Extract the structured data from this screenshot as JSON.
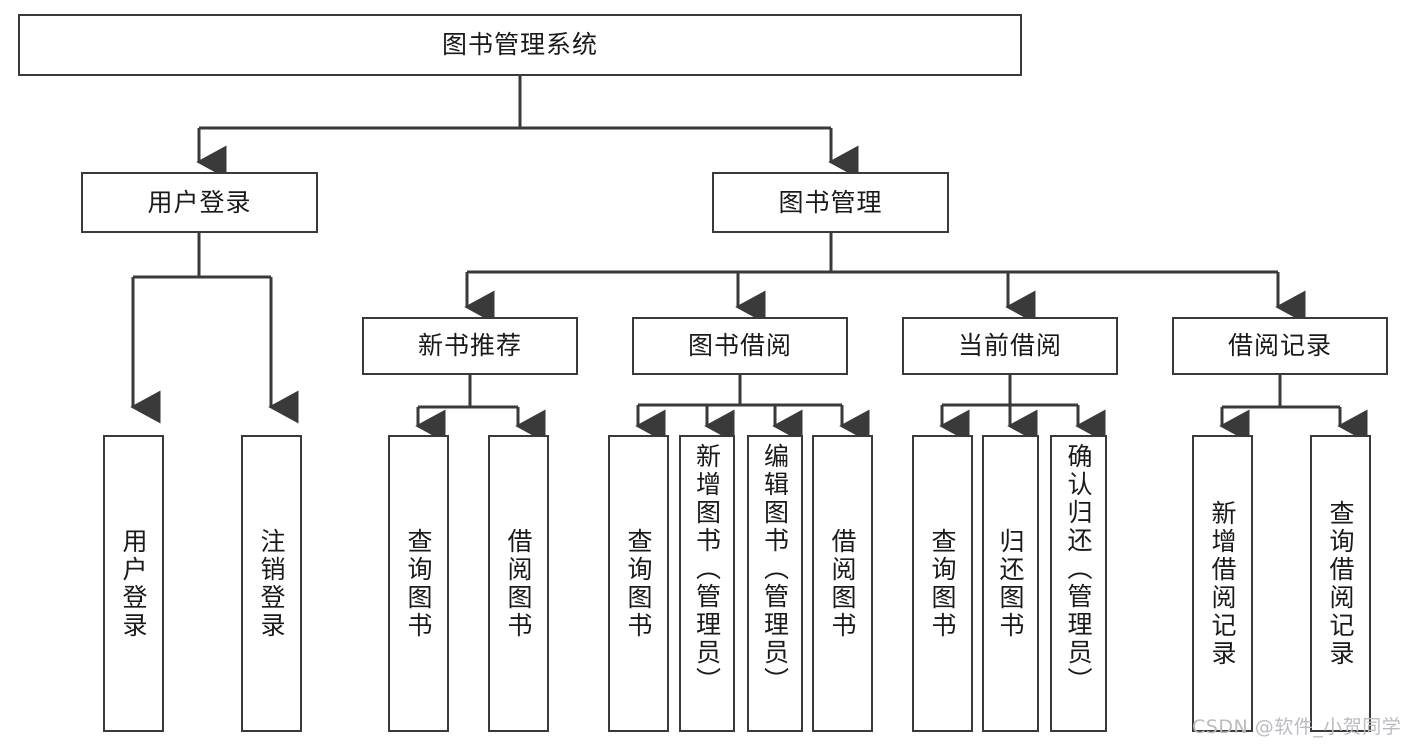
{
  "diagram": {
    "title": "图书管理系统",
    "type": "tree-hierarchy-chart",
    "root": {
      "label": "图书管理系统"
    },
    "level2": [
      {
        "label": "用户登录"
      },
      {
        "label": "图书管理"
      }
    ],
    "level3": [
      {
        "label": "新书推荐"
      },
      {
        "label": "图书借阅"
      },
      {
        "label": "当前借阅"
      },
      {
        "label": "借阅记录"
      }
    ],
    "leaves": {
      "user_login": [
        {
          "label": "用户登录"
        },
        {
          "label": "注销登录"
        }
      ],
      "new_book_recommend": [
        {
          "label": "查询图书"
        },
        {
          "label": "借阅图书"
        }
      ],
      "book_borrow": [
        {
          "label": "查询图书"
        },
        {
          "label": "新增图书（管理员）"
        },
        {
          "label": "编辑图书（管理员）"
        },
        {
          "label": "借阅图书"
        }
      ],
      "current_borrow": [
        {
          "label": "查询图书"
        },
        {
          "label": "归还图书"
        },
        {
          "label": "确认归还（管理员）"
        }
      ],
      "borrow_record": [
        {
          "label": "新增借阅记录"
        },
        {
          "label": "查询借阅记录"
        }
      ]
    }
  },
  "watermark": {
    "text": "CSDN @软件_小贺同学"
  },
  "colors": {
    "border": "#3a3a3a",
    "background": "#ffffff",
    "text": "#1a1a1a",
    "watermark": "#b9bcc0"
  }
}
